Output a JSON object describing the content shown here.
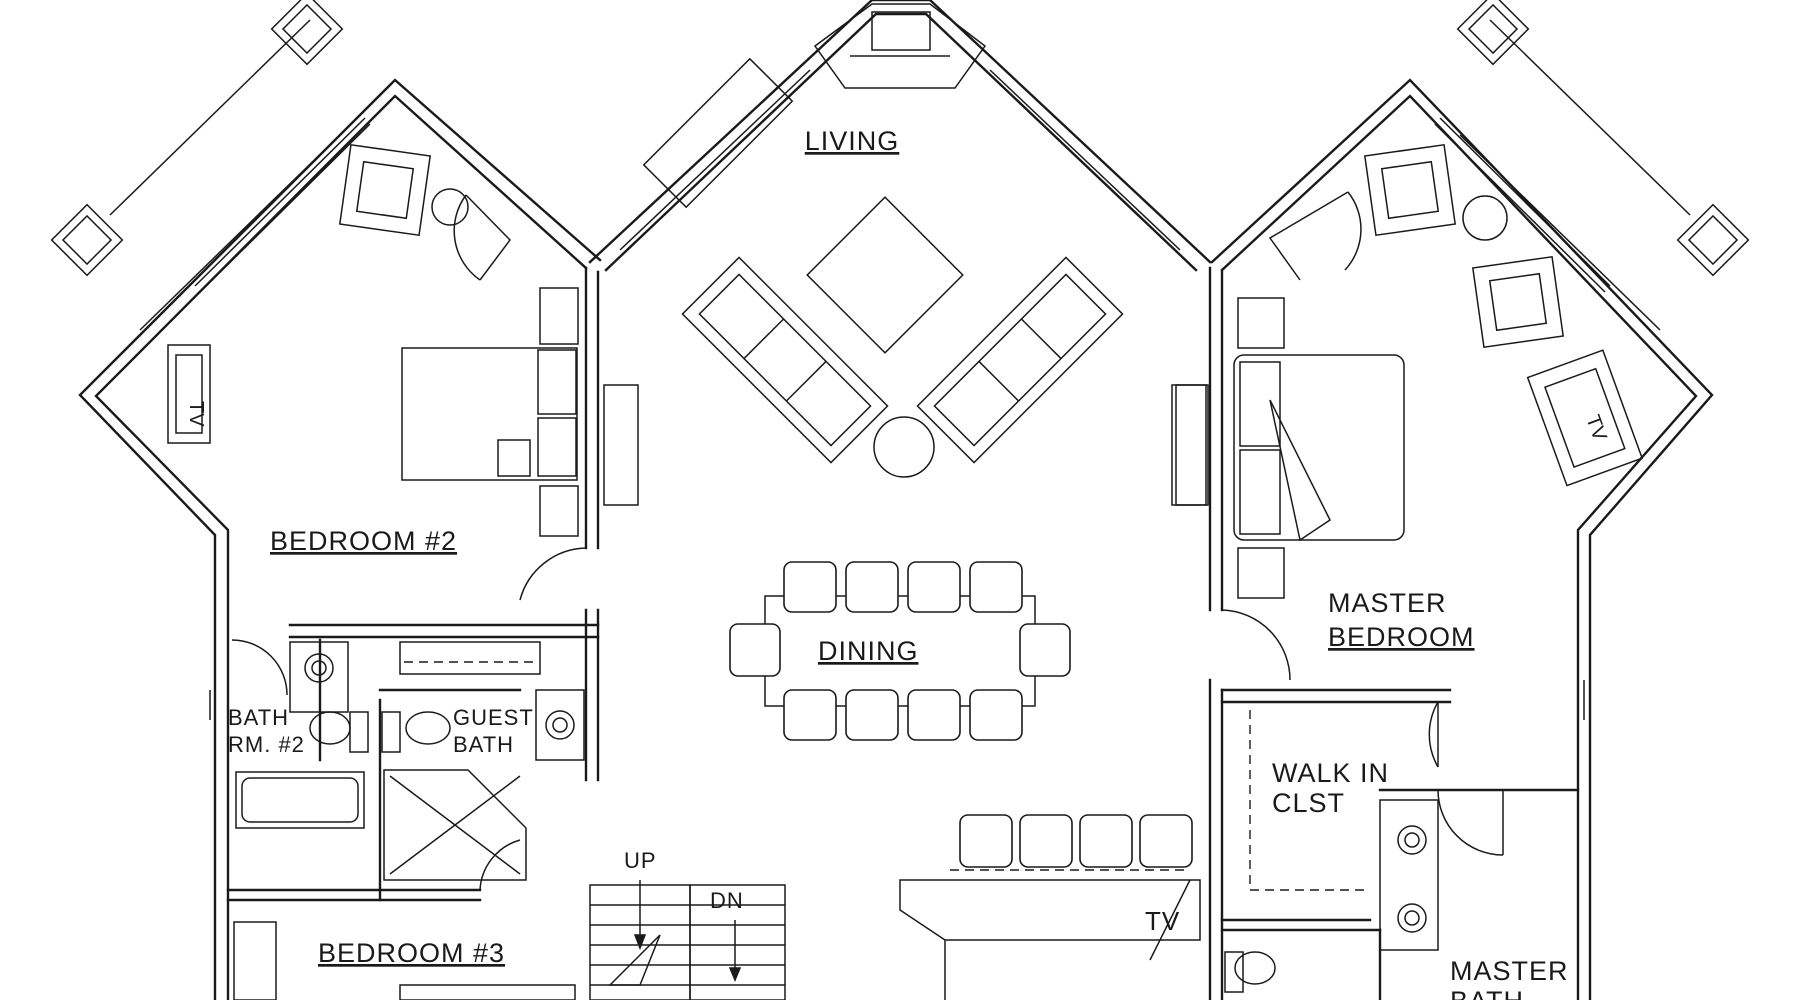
{
  "plan": {
    "labels": {
      "living": "LIVING",
      "bedroom2": "BEDROOM #2",
      "dining": "DINING",
      "master_bedroom_1": "MASTER",
      "master_bedroom_2": "BEDROOM",
      "bath2_1": "BATH",
      "bath2_2": "RM. #2",
      "guest_bath_1": "GUEST",
      "guest_bath_2": "BATH",
      "walk_in_1": "WALK IN",
      "walk_in_2": "CLST",
      "up": "UP",
      "dn": "DN",
      "bedroom3": "BEDROOM #3",
      "tv_kitchen": "TV",
      "master_bath_1": "MASTER",
      "master_bath_2": "BATH",
      "tv_bedroom2": "TV",
      "tv_master": "TV"
    }
  }
}
